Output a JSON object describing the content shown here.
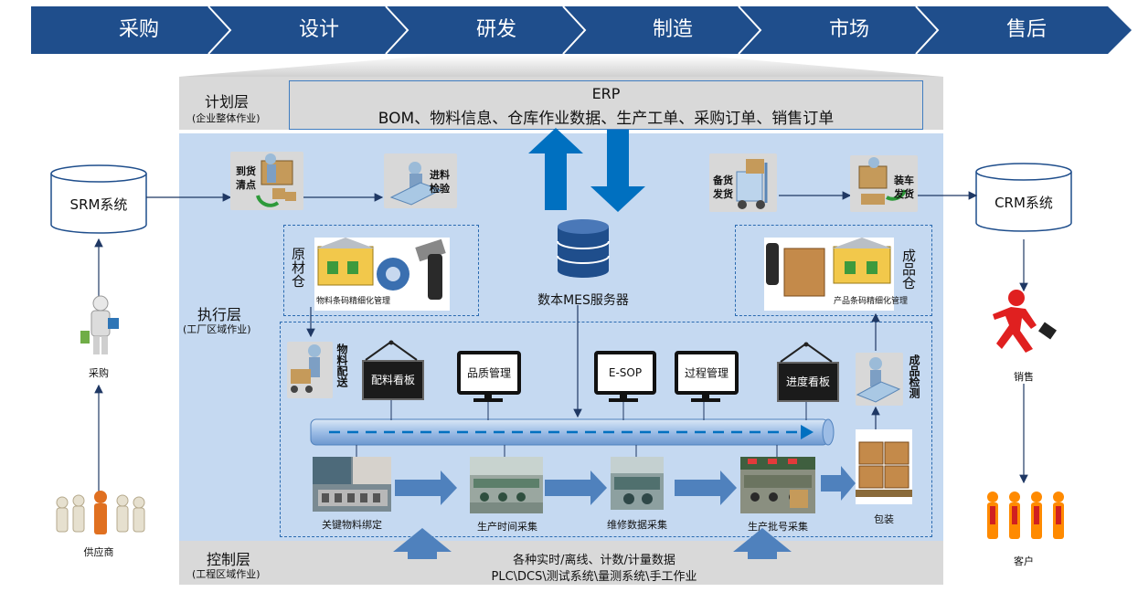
{
  "process_chain": [
    "采购",
    "设计",
    "研发",
    "制造",
    "市场",
    "售后"
  ],
  "colors": {
    "chevron": "#1f4e8c",
    "exec_bg": "#c5d9f1",
    "band_bg": "#d9d9d9",
    "arrow": "#0070c0",
    "flow_arrow": "#4f81bd"
  },
  "plan_layer": {
    "title": "计划层",
    "subtitle": "(企业整体作业)"
  },
  "erp": {
    "title": "ERP",
    "desc": "BOM、物料信息、仓库作业数据、生产工单、采购订单、销售订单"
  },
  "exec_layer": {
    "title": "执行层",
    "subtitle": "(工厂区域作业)"
  },
  "control_layer": {
    "title": "控制层",
    "subtitle": "(工程区域作业)",
    "line1": "各种实时/离线、计数/计量数据",
    "line2": "PLC\\DCS\\测试系统\\量测系统\\手工作业"
  },
  "srm": "SRM系统",
  "crm": "CRM系统",
  "mes": "数本MES服务器",
  "left_side": {
    "buyer": "采购",
    "supplier": "供应商"
  },
  "right_side": {
    "sales": "销售",
    "customer": "客户"
  },
  "inbound": {
    "receive": "到货\n清点",
    "inspect": "进料\n检验"
  },
  "outbound": {
    "prepare": "备货\n发货",
    "load": "装车\n发货"
  },
  "raw_warehouse": {
    "label": "原材仓",
    "caption": "物料条码精细化管理"
  },
  "product_warehouse": {
    "label": "成品仓",
    "caption": "产品条码精细化管理"
  },
  "material_delivery": "物料配送",
  "product_inspect": "成品检测",
  "boards": {
    "material": "配料看板",
    "progress": "进度看板"
  },
  "monitors": [
    "品质管理",
    "E-SOP",
    "过程管理"
  ],
  "stations": [
    "关键物料绑定",
    "生产时间采集",
    "维修数据采集",
    "生产批号采集"
  ],
  "packaging": "包装"
}
